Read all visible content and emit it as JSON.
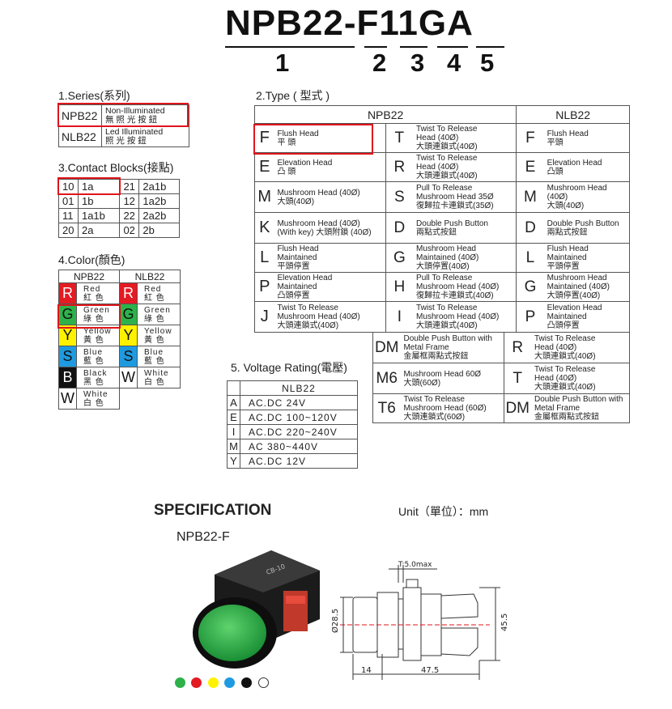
{
  "title": "NPB22-F11GA",
  "title_indices": [
    "1",
    "2",
    "3",
    "4",
    "5"
  ],
  "series": {
    "heading": "1.Series(系列)",
    "rows": [
      {
        "code": "NPB22",
        "en": "Non-Illuminated",
        "zh": "無 照 光 按 鈕"
      },
      {
        "code": "NLB22",
        "en": "Led  Illuminated",
        "zh": "照 光 按 鈕"
      }
    ]
  },
  "contact": {
    "heading": "3.Contact Blocks(接點)",
    "rows": [
      [
        "10",
        "1a",
        "21",
        "2a1b"
      ],
      [
        "01",
        "1b",
        "12",
        "1a2b"
      ],
      [
        "11",
        "1a1b",
        "22",
        "2a2b"
      ],
      [
        "20",
        "2a",
        "02",
        "2b"
      ]
    ]
  },
  "color": {
    "heading": "4.Color(顏色)",
    "col_npb": "NPB22",
    "col_nlb": "NLB22",
    "npb": [
      {
        "code": "R",
        "en": "Red",
        "zh": "紅 色",
        "bg": "#e31b23",
        "fg": "#ffffff"
      },
      {
        "code": "G",
        "en": "Green",
        "zh": "綠 色",
        "bg": "#2db24a",
        "fg": "#111111"
      },
      {
        "code": "Y",
        "en": "Yellow",
        "zh": "黃 色",
        "bg": "#fff200",
        "fg": "#111111"
      },
      {
        "code": "S",
        "en": "Blue",
        "zh": "藍 色",
        "bg": "#1e9be0",
        "fg": "#111111"
      },
      {
        "code": "B",
        "en": "Black",
        "zh": "黑 色",
        "bg": "#111111",
        "fg": "#ffffff"
      },
      {
        "code": "W",
        "en": "White",
        "zh": "白 色",
        "bg": "#ffffff",
        "fg": "#111111"
      }
    ],
    "nlb": [
      {
        "code": "R",
        "en": "Red",
        "zh": "紅 色",
        "bg": "#e31b23",
        "fg": "#ffffff"
      },
      {
        "code": "G",
        "en": "Green",
        "zh": "綠 色",
        "bg": "#2db24a",
        "fg": "#111111"
      },
      {
        "code": "Y",
        "en": "Yellow",
        "zh": "黃 色",
        "bg": "#fff200",
        "fg": "#111111"
      },
      {
        "code": "S",
        "en": "Blue",
        "zh": "藍 色",
        "bg": "#1e9be0",
        "fg": "#111111"
      },
      {
        "code": "W",
        "en": "White",
        "zh": "白 色",
        "bg": "#ffffff",
        "fg": "#111111"
      }
    ]
  },
  "type": {
    "heading": "2.Type ( 型式 )",
    "col_npb": "NPB22",
    "col_nlb": "NLB22",
    "rows": [
      [
        {
          "c": "F",
          "l": [
            "Flush Head",
            "平 頭"
          ]
        },
        {
          "c": "T",
          "l": [
            "Twist To Release",
            "Head (40Ø)",
            "大頭連鎖式(40Ø)"
          ]
        },
        {
          "c": "F",
          "l": [
            "Flush Head",
            "平頭"
          ]
        }
      ],
      [
        {
          "c": "E",
          "l": [
            "Elevation Head",
            "凸 頭"
          ]
        },
        {
          "c": "R",
          "l": [
            "Twist To Release",
            "Head (40Ø)",
            "大頭連鎖式(40Ø)"
          ]
        },
        {
          "c": "E",
          "l": [
            "Elevation Head",
            "凸頭"
          ]
        }
      ],
      [
        {
          "c": "M",
          "l": [
            "Mushroom Head (40Ø)",
            "大頭(40Ø)"
          ]
        },
        {
          "c": "S",
          "l": [
            "Pull To Release",
            "Mushroom Head 35Ø",
            "復歸拉卡連鎖式(35Ø)"
          ]
        },
        {
          "c": "M",
          "l": [
            "Mushroom Head (40Ø)",
            "大頭(40Ø)"
          ]
        }
      ],
      [
        {
          "c": "K",
          "l": [
            "Mushroom Head (40Ø)",
            "(With key) 大頭附鎖 (40Ø)"
          ]
        },
        {
          "c": "D",
          "l": [
            "Double Push Button",
            "兩點式按鈕"
          ]
        },
        {
          "c": "D",
          "l": [
            "Double Push Button",
            "兩點式按鈕"
          ]
        }
      ],
      [
        {
          "c": "L",
          "l": [
            "Flush Head",
            "Maintained",
            "平頭停置"
          ]
        },
        {
          "c": "G",
          "l": [
            "Mushroom Head",
            "Maintained (40Ø)",
            "大頭停置(40Ø)"
          ]
        },
        {
          "c": "L",
          "l": [
            "Flush Head",
            "Maintained",
            "平頭停置"
          ]
        }
      ],
      [
        {
          "c": "P",
          "l": [
            "Elevation Head",
            "Maintained",
            "凸頭停置"
          ]
        },
        {
          "c": "H",
          "l": [
            "Pull To Release",
            "Mushroom Head (40Ø)",
            "復歸拉卡連鎖式(40Ø)"
          ]
        },
        {
          "c": "G",
          "l": [
            "Mushroom Head",
            "Maintained (40Ø)",
            "大頭停置(40Ø)"
          ]
        }
      ],
      [
        {
          "c": "J",
          "l": [
            "Twist To Release",
            "Mushroom Head (40Ø)",
            "大頭連鎖式(40Ø)"
          ]
        },
        {
          "c": "I",
          "l": [
            "Twist To Release",
            "Mushroom Head (40Ø)",
            "大頭連鎖式(40Ø)"
          ]
        },
        {
          "c": "P",
          "l": [
            "Elevation Head",
            "Maintained",
            "凸頭停置"
          ]
        }
      ]
    ],
    "extra": [
      [
        {
          "c": "DM",
          "l": [
            "Double Push Button with",
            "Metal Frame",
            "金屬框兩點式按鈕"
          ]
        },
        {
          "c": "R",
          "l": [
            "Twist To Release",
            "Head (40Ø)",
            "大頭連鎖式(40Ø)"
          ]
        }
      ],
      [
        {
          "c": "M6",
          "l": [
            "Mushroom Head 60Ø",
            "大頭(60Ø)"
          ]
        },
        {
          "c": "T",
          "l": [
            "Twist To Release",
            "Head (40Ø)",
            "大頭連鎖式(40Ø)"
          ]
        }
      ],
      [
        {
          "c": "T6",
          "l": [
            "Twist To Release",
            "Mushroom Head (60Ø)",
            "大頭連鎖式(60Ø)"
          ]
        },
        {
          "c": "DM",
          "l": [
            "Double Push Button with",
            "Metal Frame",
            "金屬框兩點式按鈕"
          ]
        }
      ]
    ]
  },
  "voltage": {
    "heading": "5. Voltage Rating(電壓)",
    "col": "NLB22",
    "rows": [
      [
        "A",
        "AC.DC 24V"
      ],
      [
        "E",
        "AC.DC 100~120V"
      ],
      [
        "I",
        "AC.DC 220~240V"
      ],
      [
        "M",
        "AC 380~440V"
      ],
      [
        "Y",
        "AC.DC 12V"
      ]
    ]
  },
  "spec": {
    "title": "SPECIFICATION",
    "unit": "Unit（單位）：mm",
    "model": "NPB22-F",
    "dims": {
      "t": "T:5.0max",
      "dia": "Ø28.5",
      "h": "45.5",
      "w1": "14",
      "w2": "47.5"
    }
  },
  "swatches": [
    "#2db24a",
    "#e31b23",
    "#fff200",
    "#1e9be0",
    "#111111",
    "#ffffff"
  ]
}
